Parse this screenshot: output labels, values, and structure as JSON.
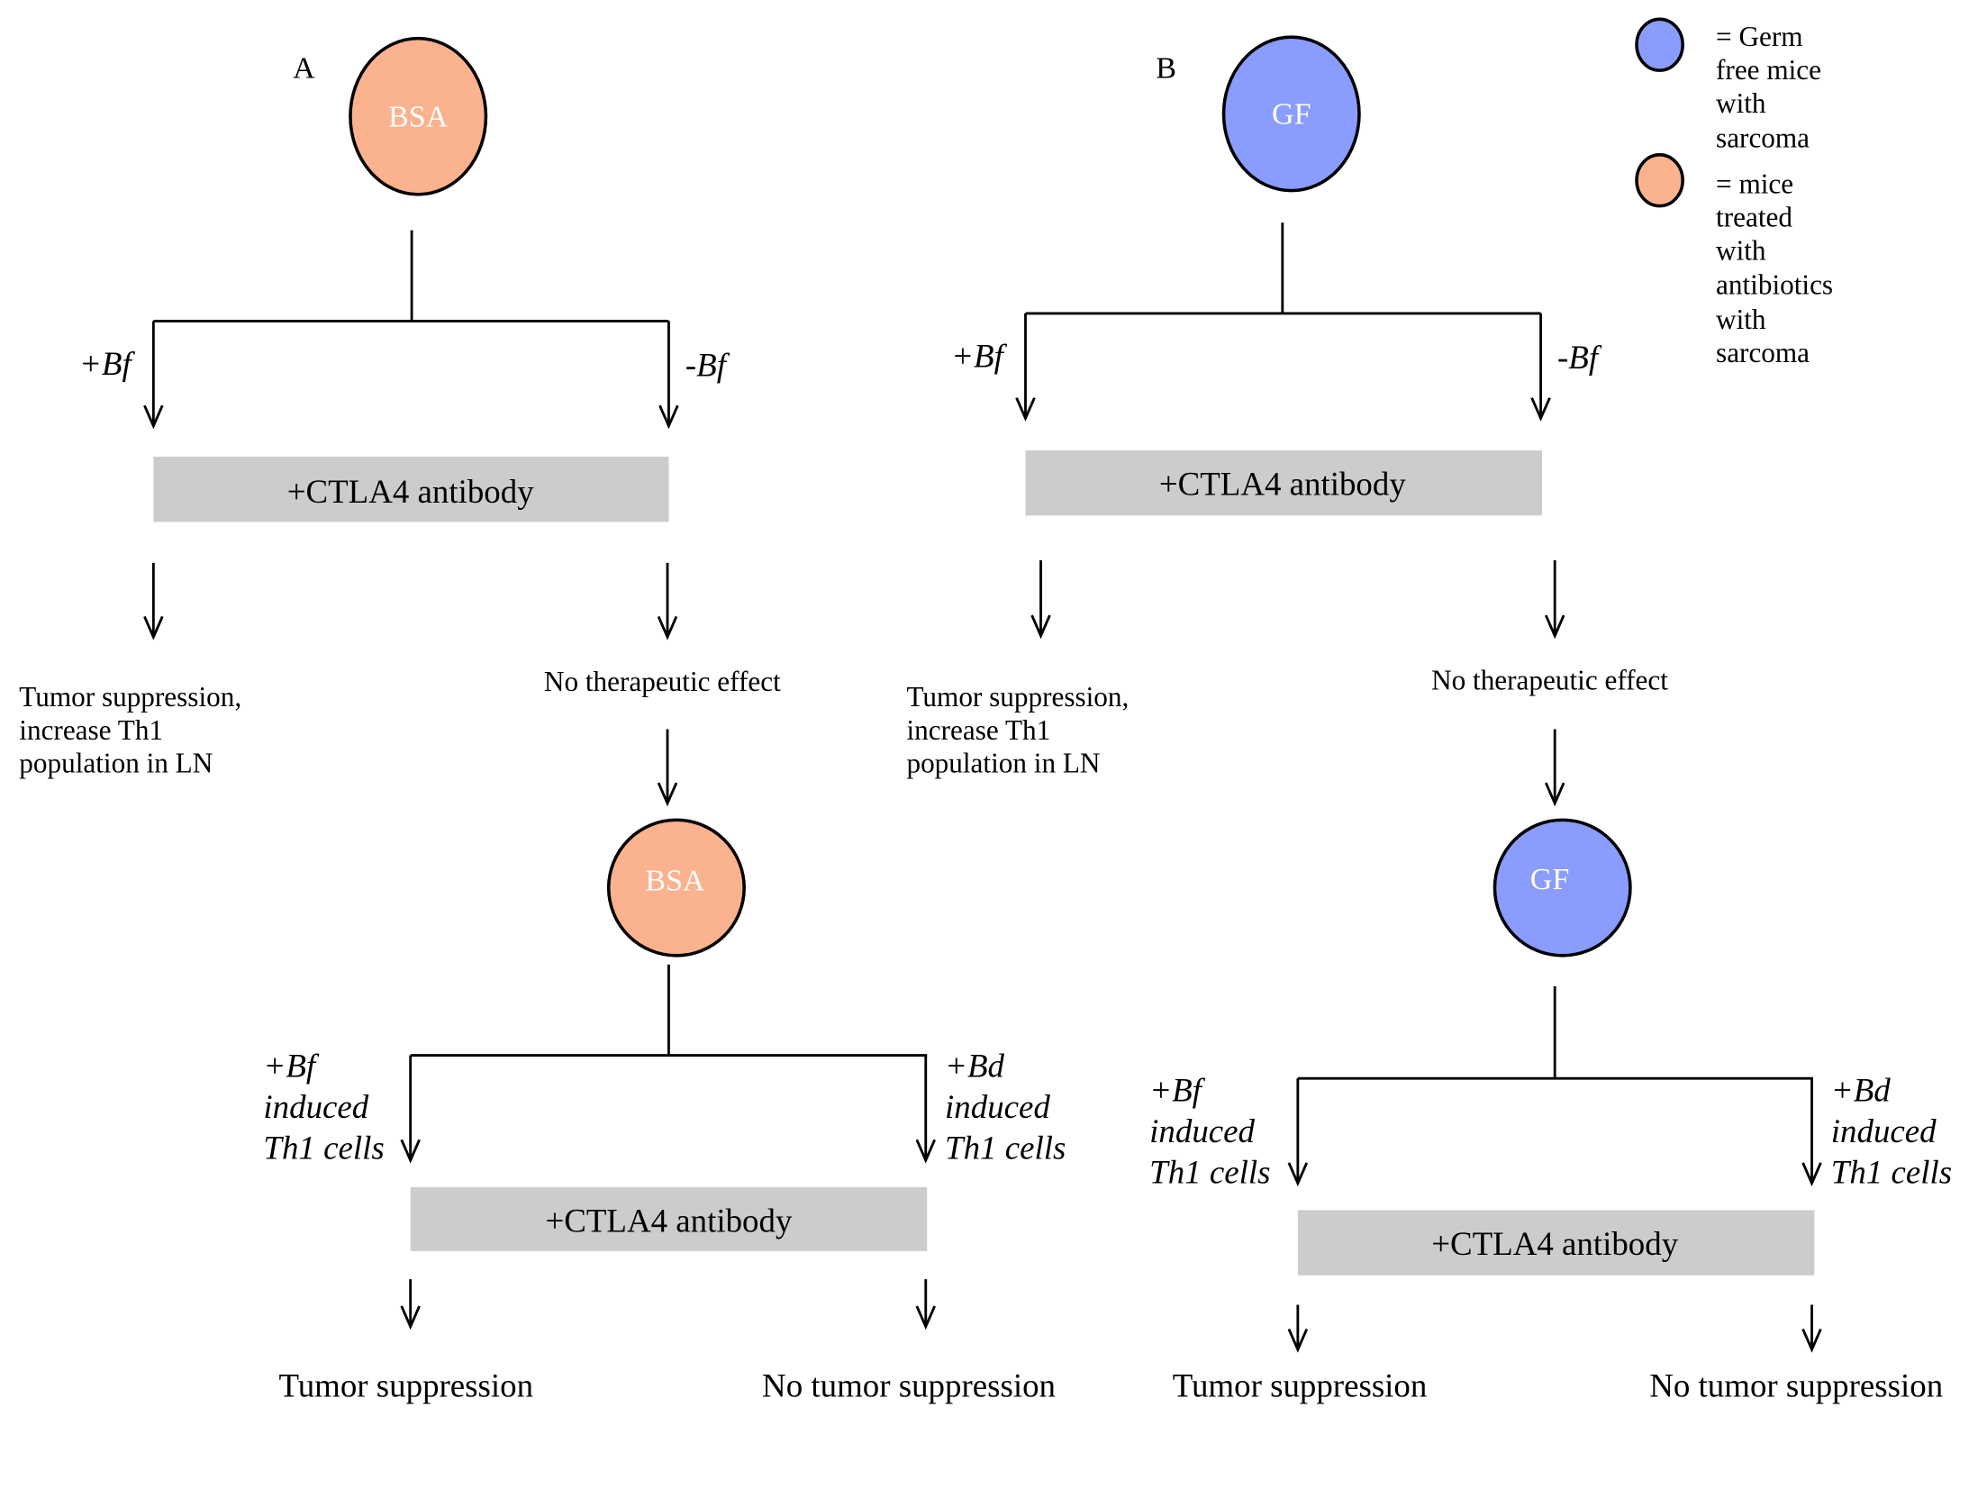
{
  "colors": {
    "bsa_fill": "#FBB28E",
    "gf_fill": "#8A9CFD",
    "box_fill": "#CCCCCC",
    "stroke": "#000000"
  },
  "legend": {
    "items": [
      {
        "icon": "blue-circle",
        "lines": [
          "= Germ",
          "free mice",
          "with",
          "sarcoma"
        ]
      },
      {
        "icon": "orange-circle",
        "lines": [
          "= mice",
          "treated",
          "with",
          "antibiotics",
          "with",
          "sarcoma"
        ]
      }
    ]
  },
  "panels": [
    {
      "letter": "A",
      "top_node": "BSA",
      "left_branch": "+Bf",
      "right_branch": "-Bf",
      "treatment": "+CTLA4 antibody",
      "left_outcome": [
        "Tumor suppression,",
        "increase Th1",
        "population in LN"
      ],
      "right_outcome": "No therapeutic effect",
      "second_node": "BSA",
      "sub_left_branch": [
        "+Bf",
        "induced",
        "Th1 cells"
      ],
      "sub_right_branch": [
        "+Bd",
        "induced",
        "Th1 cells"
      ],
      "sub_treatment": "+CTLA4 antibody",
      "sub_left_outcome": "Tumor suppression",
      "sub_right_outcome": "No tumor suppression"
    },
    {
      "letter": "B",
      "top_node": "GF",
      "left_branch": "+Bf",
      "right_branch": "-Bf",
      "treatment": "+CTLA4 antibody",
      "left_outcome": [
        "Tumor suppression,",
        "increase Th1",
        "population in LN"
      ],
      "right_outcome": "No therapeutic effect",
      "second_node": "GF",
      "sub_left_branch": [
        "+Bf",
        "induced",
        "Th1 cells"
      ],
      "sub_right_branch": [
        "+Bd",
        "induced",
        "Th1 cells"
      ],
      "sub_treatment": "+CTLA4 antibody",
      "sub_left_outcome": "Tumor suppression",
      "sub_right_outcome": "No tumor suppression"
    }
  ]
}
